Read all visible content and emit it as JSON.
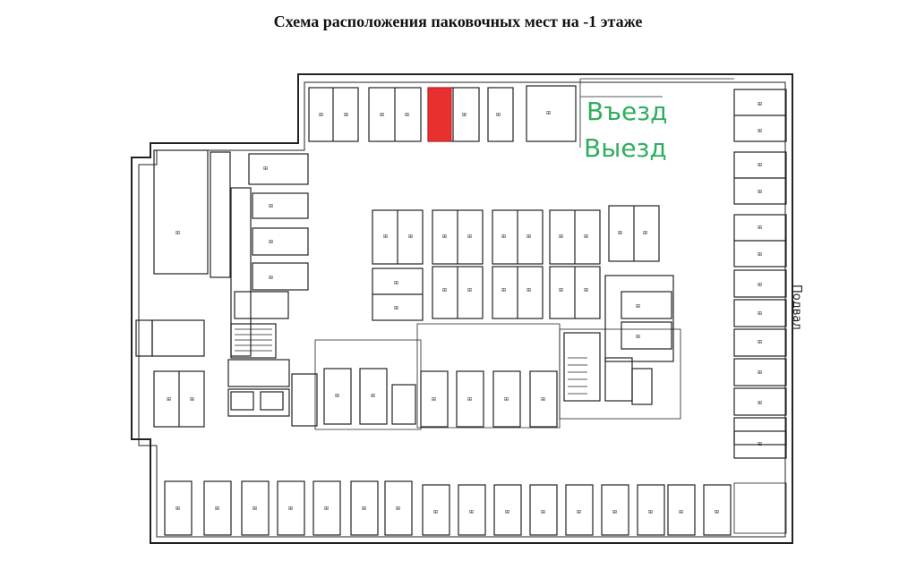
{
  "title": "Схема расположения паковочных мест на -1 этаже",
  "labels": {
    "entry": "Въезд",
    "exit": "Выезд",
    "basement": "Подвал"
  },
  "colors": {
    "highlight": "#e8302f",
    "green_label": "#2fae5f",
    "line": "#222222"
  }
}
